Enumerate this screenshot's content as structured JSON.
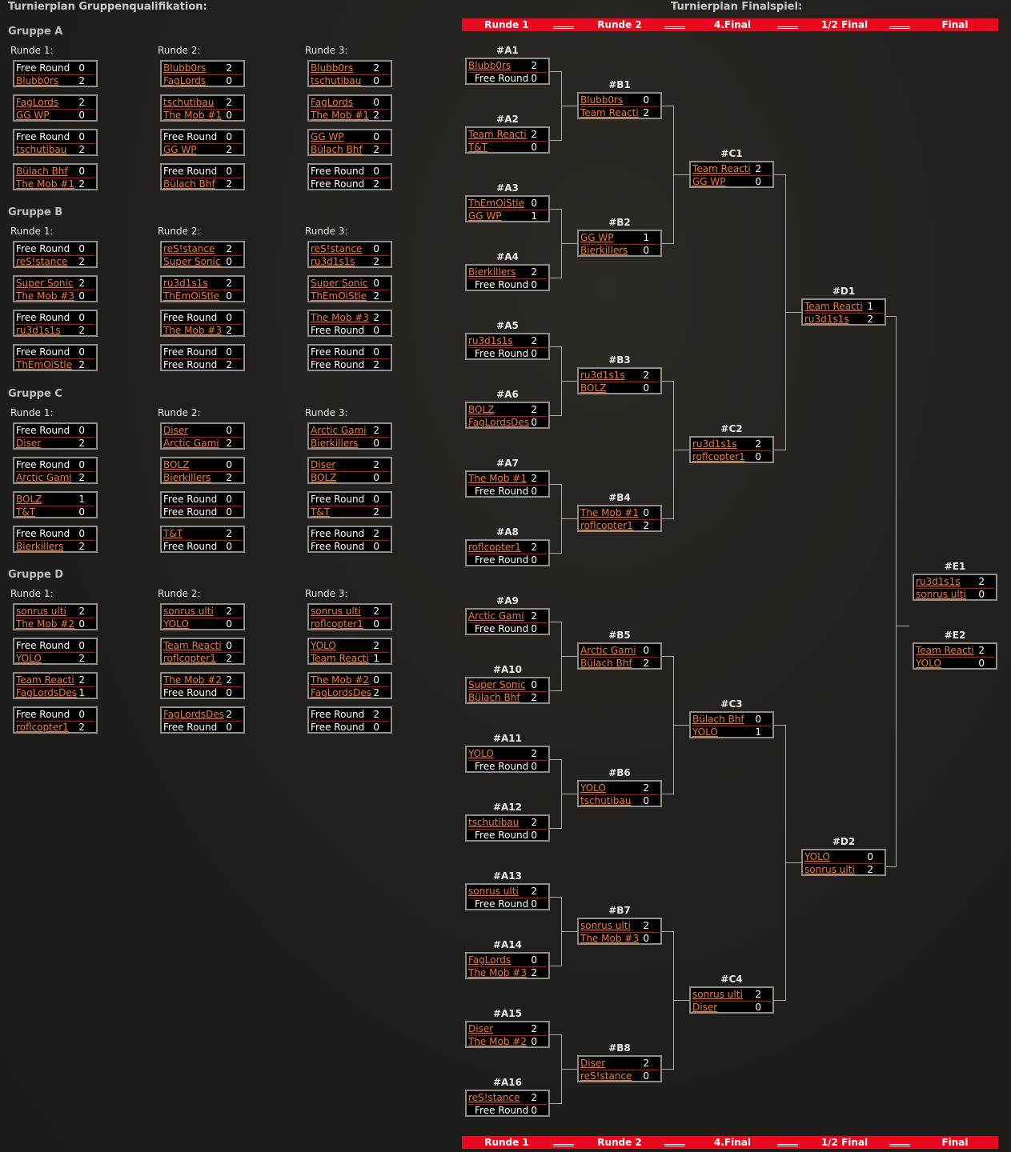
{
  "titles": {
    "group_stage": "Turnierplan Gruppenqualifikation:",
    "finals": "Turnierplan Finalspiel:"
  },
  "colors": {
    "accent": "#e8091e",
    "link": "#ee7a32",
    "box_border": "#8d8d8d",
    "divider": "#c41414"
  },
  "round_bar": [
    "Runde 1",
    "Runde 2",
    "4.Final",
    "1/2 Final",
    "Final"
  ],
  "groups": [
    {
      "name": "Gruppe A",
      "rounds": [
        {
          "label": "Runde 1:",
          "matches": [
            [
              [
                "Free Round",
                "0"
              ],
              [
                "Blubb0rs",
                "2"
              ]
            ],
            [
              [
                "FagLords",
                "2"
              ],
              [
                "GG WP",
                "0"
              ]
            ],
            [
              [
                "Free Round",
                "0"
              ],
              [
                "tschutibau",
                "2"
              ]
            ],
            [
              [
                "Bülach Bhf",
                "0"
              ],
              [
                "The Mob #1",
                "2"
              ]
            ]
          ]
        },
        {
          "label": "Runde 2:",
          "matches": [
            [
              [
                "Blubb0rs",
                "2"
              ],
              [
                "FagLords",
                "0"
              ]
            ],
            [
              [
                "tschutibau",
                "2"
              ],
              [
                "The Mob #1",
                "0"
              ]
            ],
            [
              [
                "Free Round",
                "0"
              ],
              [
                "GG WP",
                "2"
              ]
            ],
            [
              [
                "Free Round",
                "0"
              ],
              [
                "Bülach Bhf",
                "2"
              ]
            ]
          ]
        },
        {
          "label": "Runde 3:",
          "matches": [
            [
              [
                "Blubb0rs",
                "2"
              ],
              [
                "tschutibau",
                "0"
              ]
            ],
            [
              [
                "FagLords",
                "0"
              ],
              [
                "The Mob #1",
                "2"
              ]
            ],
            [
              [
                "GG WP",
                "0"
              ],
              [
                "Bülach Bhf",
                "2"
              ]
            ],
            [
              [
                "Free Round",
                "0"
              ],
              [
                "Free Round",
                "2"
              ]
            ]
          ]
        }
      ]
    },
    {
      "name": "Gruppe B",
      "rounds": [
        {
          "label": "Runde 1:",
          "matches": [
            [
              [
                "Free Round",
                "0"
              ],
              [
                "reS!stance",
                "2"
              ]
            ],
            [
              [
                "Super Sonic",
                "2"
              ],
              [
                "The Mob #3",
                "0"
              ]
            ],
            [
              [
                "Free Round",
                "0"
              ],
              [
                "ru3d1s1s",
                "2"
              ]
            ],
            [
              [
                "Free Round",
                "0"
              ],
              [
                "ThEmOiStle",
                "2"
              ]
            ]
          ]
        },
        {
          "label": "Runde 2:",
          "matches": [
            [
              [
                "reS!stance",
                "2"
              ],
              [
                "Super Sonic",
                "0"
              ]
            ],
            [
              [
                "ru3d1s1s",
                "2"
              ],
              [
                "ThEmOiStle",
                "0"
              ]
            ],
            [
              [
                "Free Round",
                "0"
              ],
              [
                "The Mob #3",
                "2"
              ]
            ],
            [
              [
                "Free Round",
                "0"
              ],
              [
                "Free Round",
                "2"
              ]
            ]
          ]
        },
        {
          "label": "Runde 3:",
          "matches": [
            [
              [
                "reS!stance",
                "0"
              ],
              [
                "ru3d1s1s",
                "2"
              ]
            ],
            [
              [
                "Super Sonic",
                "0"
              ],
              [
                "ThEmOiStle",
                "2"
              ]
            ],
            [
              [
                "The Mob #3",
                "2"
              ],
              [
                "Free Round",
                "0"
              ]
            ],
            [
              [
                "Free Round",
                "0"
              ],
              [
                "Free Round",
                "2"
              ]
            ]
          ]
        }
      ]
    },
    {
      "name": "Gruppe C",
      "rounds": [
        {
          "label": "Runde 1:",
          "matches": [
            [
              [
                "Free Round",
                "0"
              ],
              [
                "Diser",
                "2"
              ]
            ],
            [
              [
                "Free Round",
                "0"
              ],
              [
                "Arctic Gami",
                "2"
              ]
            ],
            [
              [
                "BOLZ",
                "1"
              ],
              [
                "T&T",
                "0"
              ]
            ],
            [
              [
                "Free Round",
                "0"
              ],
              [
                "Bierkillers",
                "2"
              ]
            ]
          ]
        },
        {
          "label": "Runde 2:",
          "matches": [
            [
              [
                "Diser",
                "0"
              ],
              [
                "Arctic Gami",
                "2"
              ]
            ],
            [
              [
                "BOLZ",
                "0"
              ],
              [
                "Bierkillers",
                "2"
              ]
            ],
            [
              [
                "Free Round",
                "0"
              ],
              [
                "Free Round",
                "0"
              ]
            ],
            [
              [
                "T&T",
                "2"
              ],
              [
                "Free Round",
                "0"
              ]
            ]
          ]
        },
        {
          "label": "Runde 3:",
          "matches": [
            [
              [
                "Arctic Gami",
                "2"
              ],
              [
                "Bierkillers",
                "0"
              ]
            ],
            [
              [
                "Diser",
                "2"
              ],
              [
                "BOLZ",
                "0"
              ]
            ],
            [
              [
                "Free Round",
                "0"
              ],
              [
                "T&T",
                "2"
              ]
            ],
            [
              [
                "Free Round",
                "2"
              ],
              [
                "Free Round",
                "0"
              ]
            ]
          ]
        }
      ]
    },
    {
      "name": "Gruppe D",
      "rounds": [
        {
          "label": "Runde 1:",
          "matches": [
            [
              [
                "sonrus ulti",
                "2"
              ],
              [
                "The Mob #2",
                "0"
              ]
            ],
            [
              [
                "Free Round",
                "0"
              ],
              [
                "YOLO",
                "2"
              ]
            ],
            [
              [
                "Team Reacti",
                "2"
              ],
              [
                "FagLordsDes",
                "1"
              ]
            ],
            [
              [
                "Free Round",
                "0"
              ],
              [
                "roflcopter1",
                "2"
              ]
            ]
          ]
        },
        {
          "label": "Runde 2:",
          "matches": [
            [
              [
                "sonrus ulti",
                "2"
              ],
              [
                "YOLO",
                "0"
              ]
            ],
            [
              [
                "Team Reacti",
                "0"
              ],
              [
                "roflcopter1",
                "2"
              ]
            ],
            [
              [
                "The Mob #2",
                "2"
              ],
              [
                "Free Round",
                "0"
              ]
            ],
            [
              [
                "FagLordsDes",
                "2"
              ],
              [
                "Free Round",
                "0"
              ]
            ]
          ]
        },
        {
          "label": "Runde 3:",
          "matches": [
            [
              [
                "sonrus ulti",
                "2"
              ],
              [
                "roflcopter1",
                "0"
              ]
            ],
            [
              [
                "YOLO",
                "2"
              ],
              [
                "Team Reacti",
                "1"
              ]
            ],
            [
              [
                "The Mob #2",
                "0"
              ],
              [
                "FagLordsDes",
                "2"
              ]
            ],
            [
              [
                "Free Round",
                "2"
              ],
              [
                "Free Round",
                "0"
              ]
            ]
          ]
        }
      ]
    }
  ],
  "bracket": [
    {
      "id": "#A1",
      "rows": [
        [
          "Blubb0rs",
          "2"
        ],
        [
          "Free Round",
          "0"
        ]
      ]
    },
    {
      "id": "#A2",
      "rows": [
        [
          "Team Reacti",
          "2"
        ],
        [
          "T&T",
          "0"
        ]
      ]
    },
    {
      "id": "#A3",
      "rows": [
        [
          "ThEmOiStle",
          "0"
        ],
        [
          "GG WP",
          "1"
        ]
      ]
    },
    {
      "id": "#A4",
      "rows": [
        [
          "Bierkillers",
          "2"
        ],
        [
          "Free Round",
          "0"
        ]
      ]
    },
    {
      "id": "#A5",
      "rows": [
        [
          "ru3d1s1s",
          "2"
        ],
        [
          "Free Round",
          "0"
        ]
      ]
    },
    {
      "id": "#A6",
      "rows": [
        [
          "BOLZ",
          "2"
        ],
        [
          "FagLordsDes",
          "0"
        ]
      ]
    },
    {
      "id": "#A7",
      "rows": [
        [
          "The Mob #1",
          "2"
        ],
        [
          "Free Round",
          "0"
        ]
      ]
    },
    {
      "id": "#A8",
      "rows": [
        [
          "roflcopter1",
          "2"
        ],
        [
          "Free Round",
          "0"
        ]
      ]
    },
    {
      "id": "#A9",
      "rows": [
        [
          "Arctic Gami",
          "2"
        ],
        [
          "Free Round",
          "0"
        ]
      ]
    },
    {
      "id": "#A10",
      "rows": [
        [
          "Super Sonic",
          "0"
        ],
        [
          "Bülach Bhf",
          "2"
        ]
      ]
    },
    {
      "id": "#A11",
      "rows": [
        [
          "YOLO",
          "2"
        ],
        [
          "Free Round",
          "0"
        ]
      ]
    },
    {
      "id": "#A12",
      "rows": [
        [
          "tschutibau",
          "2"
        ],
        [
          "Free Round",
          "0"
        ]
      ]
    },
    {
      "id": "#A13",
      "rows": [
        [
          "sonrus ulti",
          "2"
        ],
        [
          "Free Round",
          "0"
        ]
      ]
    },
    {
      "id": "#A14",
      "rows": [
        [
          "FagLords",
          "0"
        ],
        [
          "The Mob #3",
          "2"
        ]
      ]
    },
    {
      "id": "#A15",
      "rows": [
        [
          "Diser",
          "2"
        ],
        [
          "The Mob #2",
          "0"
        ]
      ]
    },
    {
      "id": "#A16",
      "rows": [
        [
          "reS!stance",
          "2"
        ],
        [
          "Free Round",
          "0"
        ]
      ]
    },
    {
      "id": "#B1",
      "rows": [
        [
          "Blubb0rs",
          "0"
        ],
        [
          "Team Reacti",
          "2"
        ]
      ]
    },
    {
      "id": "#B2",
      "rows": [
        [
          "GG WP",
          "1"
        ],
        [
          "Bierkillers",
          "0"
        ]
      ]
    },
    {
      "id": "#B3",
      "rows": [
        [
          "ru3d1s1s",
          "2"
        ],
        [
          "BOLZ",
          "0"
        ]
      ]
    },
    {
      "id": "#B4",
      "rows": [
        [
          "The Mob #1",
          "0"
        ],
        [
          "roflcopter1",
          "2"
        ]
      ]
    },
    {
      "id": "#B5",
      "rows": [
        [
          "Arctic Gami",
          "0"
        ],
        [
          "Bülach Bhf",
          "2"
        ]
      ]
    },
    {
      "id": "#B6",
      "rows": [
        [
          "YOLO",
          "2"
        ],
        [
          "tschutibau",
          "0"
        ]
      ]
    },
    {
      "id": "#B7",
      "rows": [
        [
          "sonrus ulti",
          "2"
        ],
        [
          "The Mob #3",
          "0"
        ]
      ]
    },
    {
      "id": "#B8",
      "rows": [
        [
          "Diser",
          "2"
        ],
        [
          "reS!stance",
          "0"
        ]
      ]
    },
    {
      "id": "#C1",
      "rows": [
        [
          "Team Reacti",
          "2"
        ],
        [
          "GG WP",
          "0"
        ]
      ]
    },
    {
      "id": "#C2",
      "rows": [
        [
          "ru3d1s1s",
          "2"
        ],
        [
          "roflcopter1",
          "0"
        ]
      ]
    },
    {
      "id": "#C3",
      "rows": [
        [
          "Bülach Bhf",
          "0"
        ],
        [
          "YOLO",
          "1"
        ]
      ]
    },
    {
      "id": "#C4",
      "rows": [
        [
          "sonrus ulti",
          "2"
        ],
        [
          "Diser",
          "0"
        ]
      ]
    },
    {
      "id": "#D1",
      "rows": [
        [
          "Team Reacti",
          "1"
        ],
        [
          "ru3d1s1s",
          "2"
        ]
      ]
    },
    {
      "id": "#D2",
      "rows": [
        [
          "YOLO",
          "0"
        ],
        [
          "sonrus ulti",
          "2"
        ]
      ]
    },
    {
      "id": "#E1",
      "rows": [
        [
          "ru3d1s1s",
          "2"
        ],
        [
          "sonrus ulti",
          "0"
        ]
      ]
    },
    {
      "id": "#E2",
      "rows": [
        [
          "Team Reacti",
          "2"
        ],
        [
          "YOLO",
          "0"
        ]
      ]
    }
  ]
}
